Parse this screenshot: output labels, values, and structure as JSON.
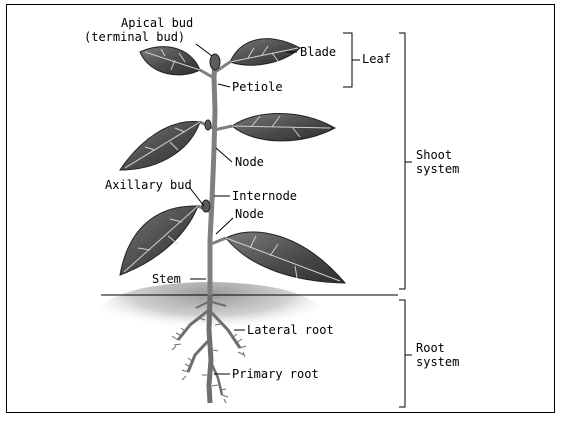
{
  "labels": {
    "apical_bud_1": "Apical bud",
    "apical_bud_2": "(terminal bud)",
    "blade": "Blade",
    "leaf": "Leaf",
    "petiole": "Petiole",
    "node_upper": "Node",
    "shoot_1": "Shoot",
    "shoot_2": "system",
    "axillary_bud": "Axillary bud",
    "internode": "Internode",
    "node_lower": "Node",
    "stem": "Stem",
    "lateral_root": "Lateral root",
    "root_1": "Root",
    "root_2": "system",
    "primary_root": "Primary root"
  },
  "colors": {
    "leaf_dark": "#3e3e3e",
    "leaf_mid": "#6a6a6a",
    "stem": "#8a8a8a",
    "soil_shadow": "#b8b8b8",
    "line": "#000000"
  }
}
